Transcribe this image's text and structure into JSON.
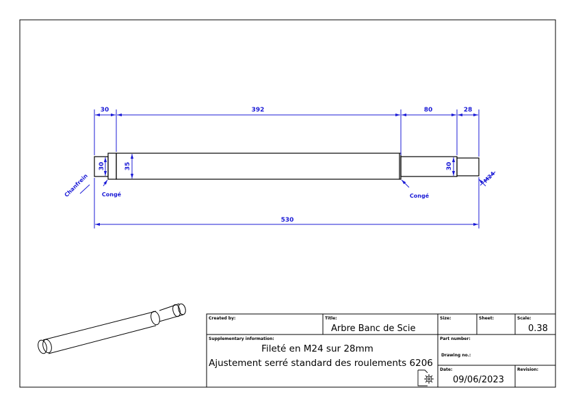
{
  "dimensions": {
    "len_30_left": "30",
    "len_392": "392",
    "len_80": "80",
    "len_28": "28",
    "total_530": "530",
    "dia_30_left": "30",
    "dia_35": "35",
    "dia_30_right": "30",
    "thread": "M24"
  },
  "annotations": {
    "chanfrein": "Chanfrein",
    "conge_left": "Congé",
    "conge_right": "Congé"
  },
  "title_block": {
    "created_by_label": "Created by:",
    "created_by_value": "",
    "title_label": "Title:",
    "title_value": "Arbre Banc de Scie",
    "size_label": "Size:",
    "sheet_label": "Sheet:",
    "scale_label": "Scale:",
    "scale_value": "0.38",
    "supplementary_label": "Supplementary information:",
    "supplementary_line1": "Fileté en M24 sur 28mm",
    "supplementary_line2": "Ajustement serré standard des roulements 6206",
    "part_number_label": "Part number:",
    "drawing_no_label": "Drawing no.:",
    "date_label": "Date:",
    "date_value": "09/06/2023",
    "revision_label": "Revision:"
  },
  "colors": {
    "dimension": "#1a1ad6",
    "outline": "#000000"
  },
  "icons": {
    "logo": "document-gear-icon"
  }
}
